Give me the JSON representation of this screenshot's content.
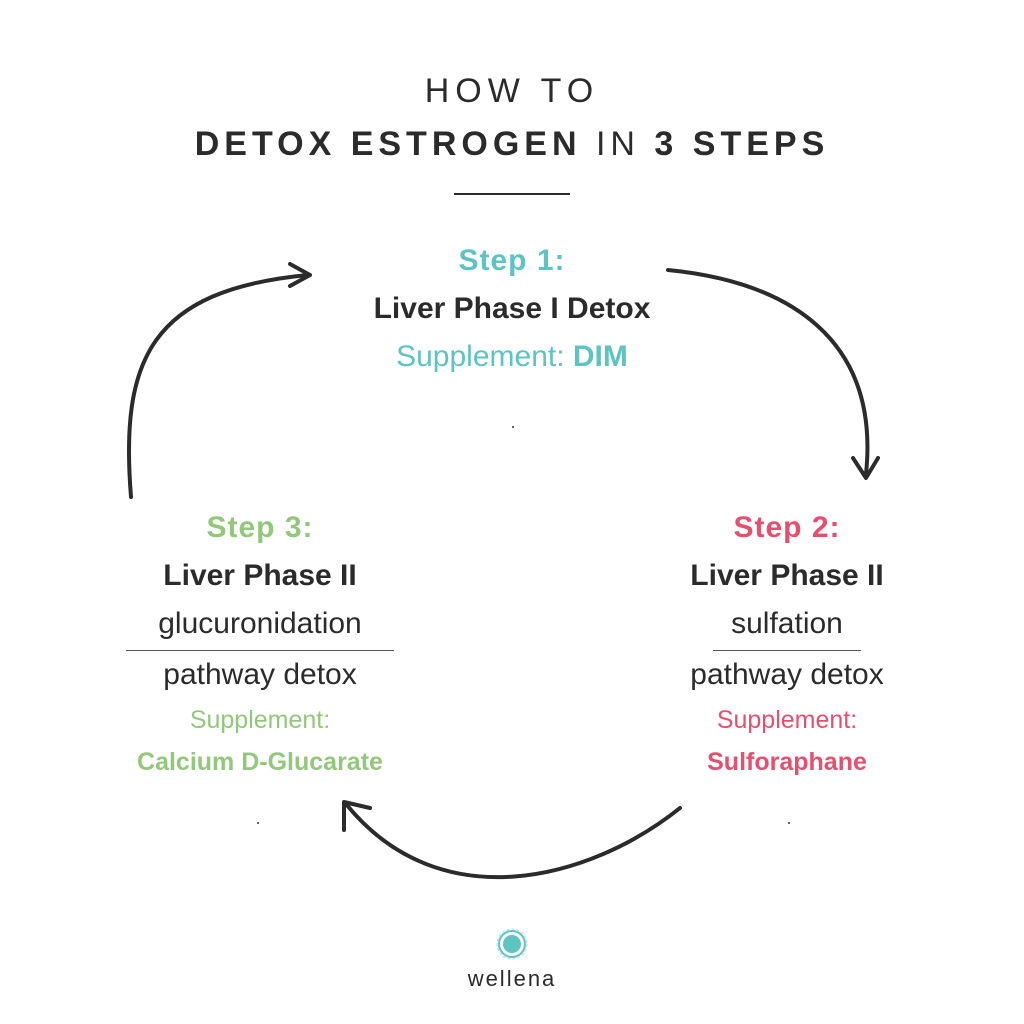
{
  "header": {
    "line1": "HOW TO",
    "line2_bold_1": "DETOX ESTROGEN",
    "line2_normal": " IN ",
    "line2_bold_2": "3 STEPS"
  },
  "steps": [
    {
      "label": "Step 1:",
      "phase": "Liver Phase I Detox",
      "supplement_prefix": "Supplement: ",
      "supplement_name": "DIM",
      "color": "#5ec4c2"
    },
    {
      "label": "Step 2:",
      "phase": "Liver Phase II",
      "pathway": "sulfation",
      "pathway_suffix": "pathway detox",
      "supplement_prefix": "Supplement:",
      "supplement_name": "Sulforaphane",
      "color": "#e4506e"
    },
    {
      "label": "Step 3:",
      "phase": "Liver Phase II",
      "pathway": "glucuronidation",
      "pathway_suffix": "pathway detox",
      "supplement_prefix": "Supplement:",
      "supplement_name": "Calcium D-Glucarate",
      "color": "#93c77b"
    }
  ],
  "brand": {
    "name": "wellena",
    "icon": "wellena-logo-icon",
    "color": "#5ec4c2"
  }
}
